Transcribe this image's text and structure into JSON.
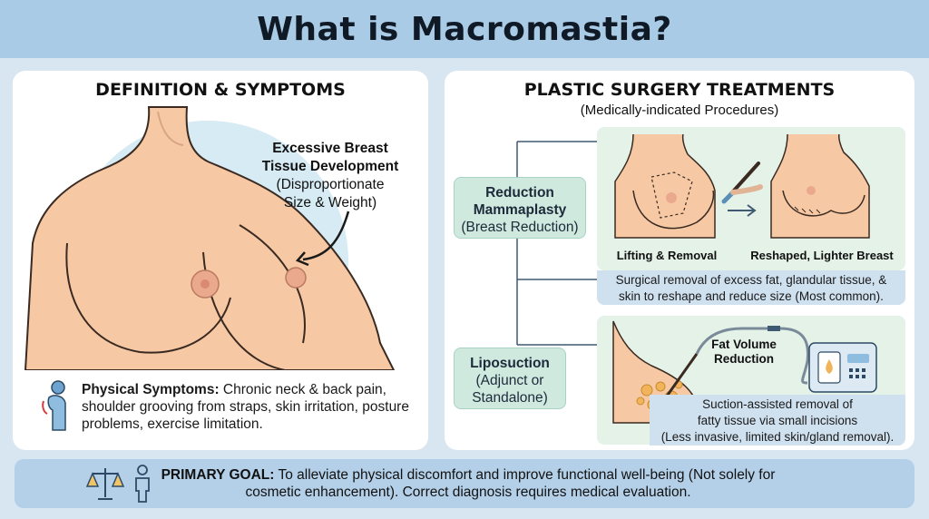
{
  "title": "What is Macromastia?",
  "left": {
    "heading": "DEFINITION & SYMPTOMS",
    "callout_title_1": "Excessive Breast",
    "callout_title_2": "Tissue Development",
    "callout_sub_1": "(Disproportionate",
    "callout_sub_2": "Size & Weight)",
    "symptoms_label": "Physical Symptoms:",
    "symptoms_text": " Chronic neck & back pain, shoulder grooving from straps, skin irritation, posture problems, exercise limitation."
  },
  "right": {
    "heading": "PLASTIC SURGERY TREATMENTS",
    "subheading": "(Medically-indicated Procedures)",
    "reduction": {
      "name_1": "Reduction",
      "name_2": "Mammaplasty",
      "name_3": "(Breast Reduction)",
      "label_before": "Lifting & Removal",
      "label_after": "Reshaped, Lighter Breast",
      "desc_1": "Surgical removal of excess fat, glandular tissue, &",
      "desc_2": "skin to reshape and reduce size (Most common)."
    },
    "lipo": {
      "name_1": "Liposuction",
      "name_2": "(Adjunct or",
      "name_3": "Standalone)",
      "fat_label_1": "Fat Volume",
      "fat_label_2": "Reduction",
      "desc_1": "Suction-assisted removal of",
      "desc_2": "fatty tissue via small incisions",
      "desc_3": "(Less invasive, limited skin/gland removal)."
    }
  },
  "footer": {
    "goal_label": "PRIMARY GOAL:",
    "goal_text": " To alleviate physical discomfort and improve functional well-being (Not solely for cosmetic enhancement). Correct diagnosis requires medical evaluation."
  },
  "colors": {
    "header_bg": "#a9cbe6",
    "page_bg": "#d7e6f1",
    "skin": "#f6c9a4",
    "procedure_box": "#cfe9df",
    "description_box": "#cfe0ef",
    "footer_bg": "#b4d0e8"
  },
  "icons": [
    "posture-person-icon",
    "scalpel-icon",
    "arrow-right-icon",
    "suction-machine-icon",
    "balance-scale-icon",
    "person-icon"
  ]
}
